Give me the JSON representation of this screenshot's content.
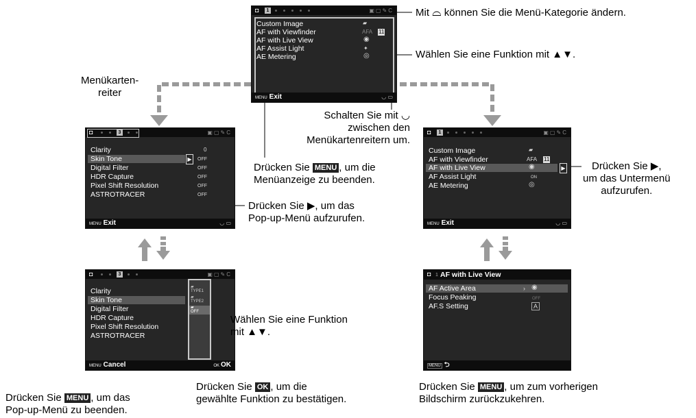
{
  "screens": {
    "top": {
      "tab_number": "1",
      "items": [
        "Custom Image",
        "AF with Viewfinder",
        "AF with Live View",
        "AF Assist Light",
        "AE Metering"
      ],
      "value_viewfinder": "AFA",
      "value_viewfinder_extra": "11",
      "footer_label": "Exit",
      "footer_key": "MENU"
    },
    "left_top": {
      "tab_number": "3",
      "items": [
        "Clarity",
        "Skin Tone",
        "Digital Filter",
        "HDR Capture",
        "Pixel Shift Resolution",
        "ASTROTRACER"
      ],
      "values": [
        "0",
        "OFF",
        "OFF",
        "OFF",
        "OFF"
      ],
      "footer_label": "Exit",
      "footer_key": "MENU"
    },
    "left_bottom": {
      "tab_number": "3",
      "items": [
        "Clarity",
        "Skin Tone",
        "Digital Filter",
        "HDR Capture",
        "Pixel Shift Resolution",
        "ASTROTRACER"
      ],
      "popup_values": [
        "TYPE1",
        "TYPE2",
        "OFF"
      ],
      "footer_label": "Cancel",
      "footer_key": "MENU",
      "ok_key": "OK",
      "ok_label": "OK"
    },
    "right_top": {
      "tab_number": "1",
      "items": [
        "Custom Image",
        "AF with Viewfinder",
        "AF with Live View",
        "AF Assist Light",
        "AE Metering"
      ],
      "value_viewfinder": "AFA",
      "value_viewfinder_extra": "11",
      "value_assist": "ON",
      "footer_label": "Exit",
      "footer_key": "MENU"
    },
    "right_bottom": {
      "tab_number": "1",
      "title": "AF with Live View",
      "items": [
        "AF Active Area",
        "Focus Peaking",
        "AF.S Setting"
      ],
      "value_peaking": "OFF",
      "footer_key": "MENU"
    }
  },
  "callouts": {
    "category_pre": "Mit",
    "category_post": "können Sie die Menü-Kategorie ändern.",
    "select_function": "Wählen Sie eine Funktion mit ▲▼.",
    "tab_label_1": "Menükarten-",
    "tab_label_2": "reiter",
    "dial_1_pre": "Schalten Sie mit",
    "dial_2": "zwischen den",
    "dial_3": "Menükartenreitern um.",
    "menu_end_pre": "Drücken Sie",
    "menu_key": "MENU",
    "menu_end_post": ", um die",
    "menu_end_2": "Menüanzeige zu beenden.",
    "popup_open_1": "Drücken Sie ▶, um das",
    "popup_open_2": "Pop-up-Menü aufzurufen.",
    "submenu_1": "Drücken Sie ▶,",
    "submenu_2": "um das Untermenü",
    "submenu_3": "aufzurufen.",
    "select_function_1": "Wählen Sie eine Funktion",
    "select_function_2": "mit ▲▼.",
    "popup_end_pre": "Drücken Sie",
    "popup_end_post": ", um das",
    "popup_end_2": "Pop-up-Menü zu beenden.",
    "confirm_pre": "Drücken Sie",
    "ok_key": "OK",
    "confirm_post": ", um die",
    "confirm_2": "gewählte Funktion zu bestätigen.",
    "back_pre": "Drücken Sie",
    "back_post": ", um zum vorherigen",
    "back_2": "Bildschirm zurückzukehren."
  }
}
